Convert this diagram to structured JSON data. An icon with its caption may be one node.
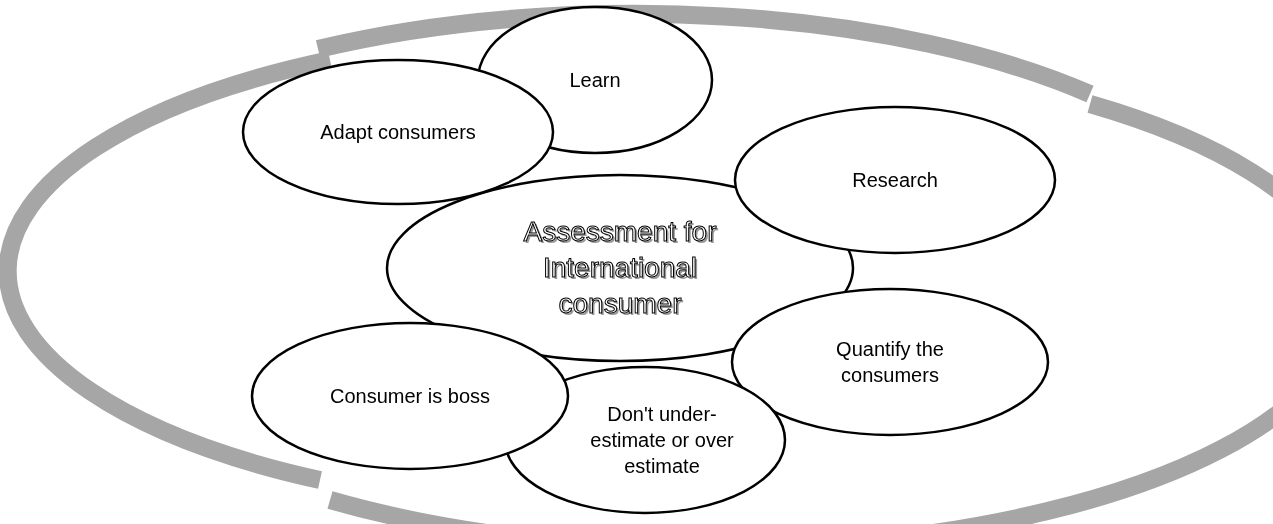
{
  "diagram": {
    "nodes": [
      {
        "text": [
          "Learn"
        ]
      },
      {
        "text": [
          "Adapt consumers"
        ]
      },
      {
        "text": [
          "Research"
        ]
      },
      {
        "text": [
          "Assessment for International consumer"
        ]
      },
      {
        "text": [
          "Quantify the consumers"
        ]
      },
      {
        "text": [
          "Consumer is boss"
        ]
      },
      {
        "text": [
          "Don't under-estimate or over estimate"
        ]
      }
    ]
  }
}
